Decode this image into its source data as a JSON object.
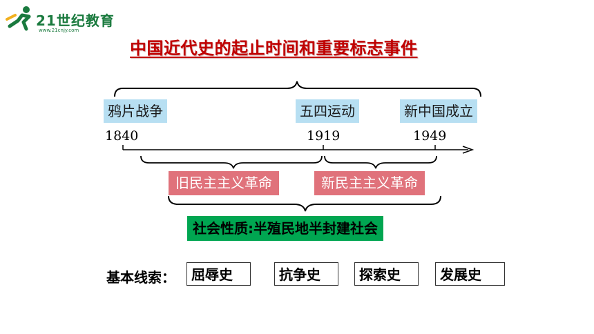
{
  "logo": {
    "text": "21世纪教育",
    "subtext": "www.21cnjy.com"
  },
  "title": "中国近代史的起止时间和重要标志事件",
  "events": [
    "鸦片战争",
    "五四运动",
    "新中国成立"
  ],
  "years": [
    "1840",
    "1919",
    "1949"
  ],
  "revolutions": [
    "旧民主主义革命",
    "新民主主义革命"
  ],
  "nature": "社会性质:半殖民地半封建社会",
  "clues": {
    "label": "基本线索：",
    "items": [
      "屈辱史",
      "抗争史",
      "探索史",
      "发展史"
    ]
  }
}
